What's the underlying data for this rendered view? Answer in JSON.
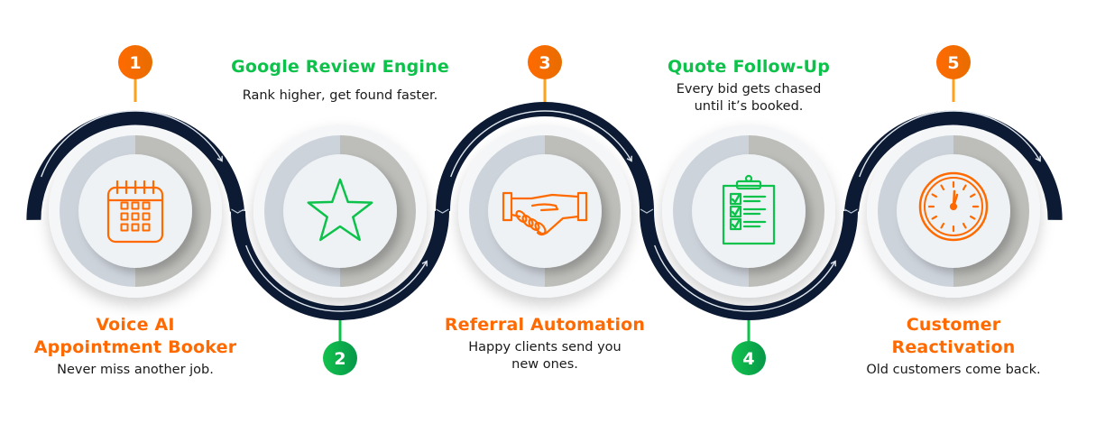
{
  "colors": {
    "orange": "#ff6a00",
    "green": "#0dc24a",
    "path": "#0c1a33",
    "text": "#1a1a1a"
  },
  "steps": [
    {
      "number": "1",
      "title_lines": [
        "Voice AI",
        "Appointment Booker"
      ],
      "description_lines": [
        "Never miss another job."
      ],
      "icon": "calendar-icon",
      "color": "orange",
      "badge_position": "top",
      "label_position": "bottom"
    },
    {
      "number": "2",
      "title_lines": [
        "Google Review Engine"
      ],
      "description_lines": [
        "Rank higher, get found faster."
      ],
      "icon": "star-icon",
      "color": "green",
      "badge_position": "bottom",
      "label_position": "top"
    },
    {
      "number": "3",
      "title_lines": [
        "Referral Automation"
      ],
      "description_lines": [
        "Happy clients send you",
        "new ones."
      ],
      "icon": "handshake-icon",
      "color": "orange",
      "badge_position": "top",
      "label_position": "bottom"
    },
    {
      "number": "4",
      "title_lines": [
        "Quote Follow-Up"
      ],
      "description_lines": [
        "Every bid gets chased",
        "until it’s booked."
      ],
      "icon": "clipboard-checklist-icon",
      "color": "green",
      "badge_position": "bottom",
      "label_position": "top"
    },
    {
      "number": "5",
      "title_lines": [
        "Customer",
        "Reactivation"
      ],
      "description_lines": [
        "Old customers come back."
      ],
      "icon": "clock-icon",
      "color": "orange",
      "badge_position": "top",
      "label_position": "bottom"
    }
  ]
}
